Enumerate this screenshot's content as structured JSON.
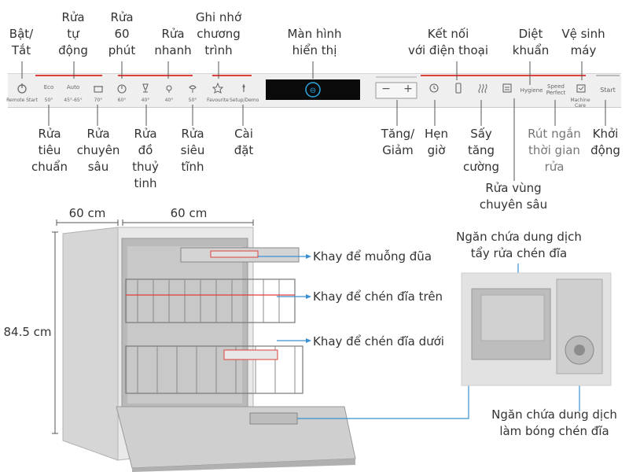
{
  "top_labels": {
    "power": "Bật/\nTắt",
    "auto": "Rửa\ntự\nđộng",
    "sixty": "Rửa\n60\nphút",
    "quick": "Rửa\nnhanh",
    "favourite": "Ghi nhớ\nchương\ntrình",
    "display": "Màn hình\nhiển thị",
    "connect": "Kết nối\nvới điện thoại",
    "hygiene": "Diệt\nkhuẩn",
    "machine_care": "Vệ sinh\nmáy"
  },
  "bottom_labels": {
    "eco": "Rửa\ntiêu\nchuẩn",
    "intensive": "Rửa\nchuyên\nsâu",
    "glass": "Rửa\nđồ\nthuỷ\ntinh",
    "silence": "Rửa\nsiêu\ntĩnh",
    "setup": "Cài\nđặt",
    "plus_minus": "Tăng/\nGiảm",
    "timer": "Hẹn\ngiờ",
    "drying": "Sấy\ntăng\ncường",
    "speed": "Rút ngắn\nthời gian\nrửa",
    "start_label": "Khởi\nđộng",
    "zone": "Rửa vùng\nchuyên sâu"
  },
  "panel": {
    "power_text": "Remote Start",
    "eco": "Eco",
    "eco_temp": "50°",
    "auto": "Auto",
    "auto_temp": "45°-65°",
    "intensive_temp": "70°",
    "sixty_temp": "60°",
    "glass_temp": "40°",
    "quick_temp": "40°",
    "silence_temp": "50°",
    "favourite": "Favourite",
    "setup": "Setup/Demo",
    "minus": "−",
    "plus": "+",
    "hygiene": "Hygiene",
    "speed": "Speed\nPerfect",
    "machine_care": "Machine Care",
    "start": "Start"
  },
  "dimensions": {
    "depth": "60 cm",
    "width": "60 cm",
    "height": "84.5 cm"
  },
  "callouts": {
    "cutlery_tray": "Khay để muỗng đũa",
    "upper_basket": "Khay để chén đĩa trên",
    "lower_basket": "Khay để chén đĩa dưới",
    "detergent": "Ngăn chứa dung dịch\ntẩy rửa chén đĩa",
    "rinse_aid": "Ngăn chứa dung dịch\nlàm bóng chén đĩa"
  },
  "colors": {
    "accent_red": "#e0403a",
    "pointer_blue": "#3b8fd1",
    "panel_gray": "#efefef"
  }
}
